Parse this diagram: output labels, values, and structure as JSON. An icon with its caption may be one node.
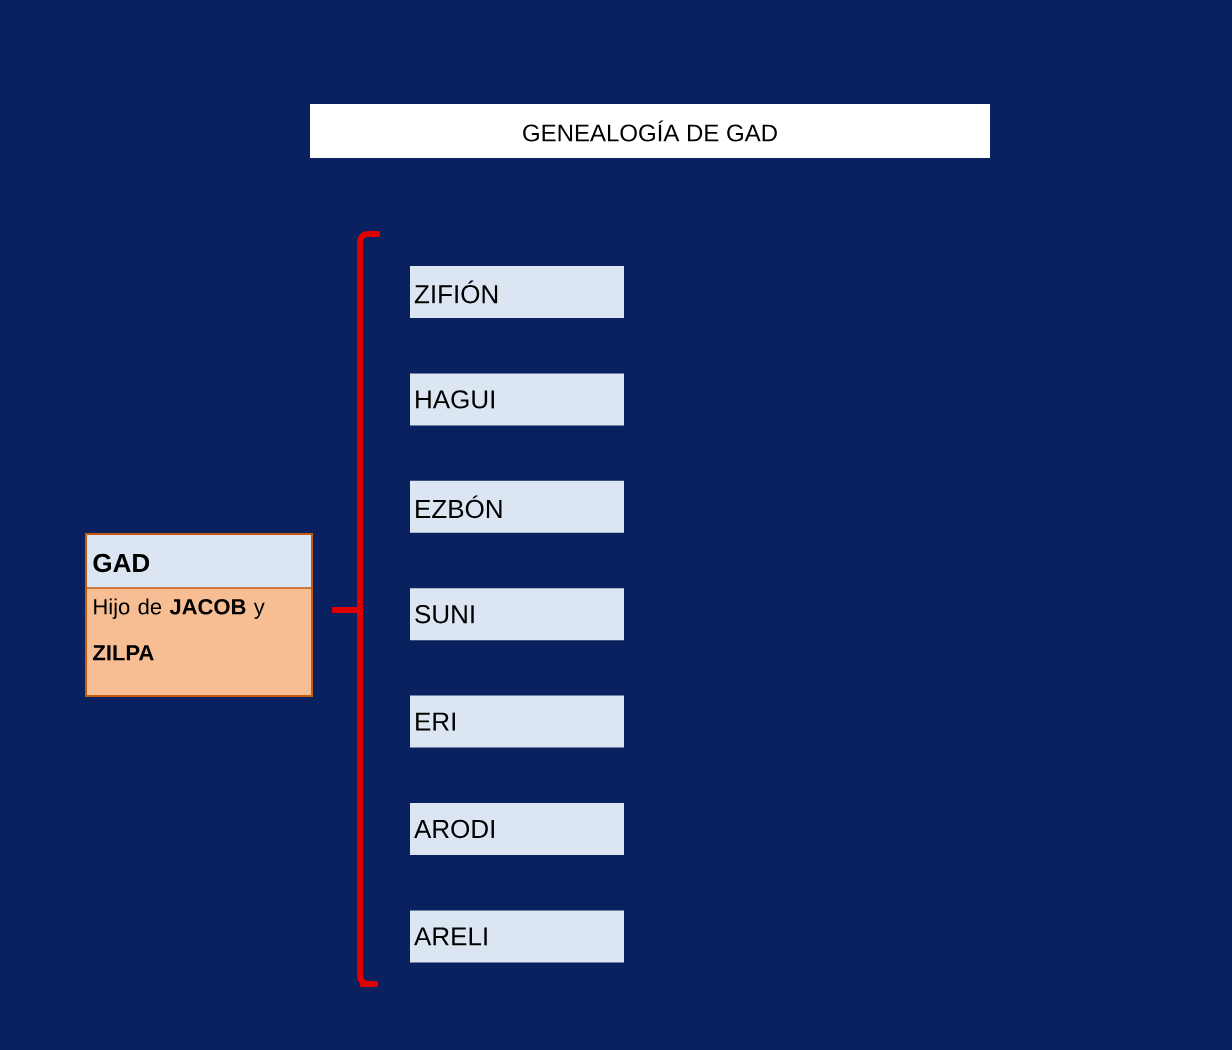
{
  "diagram": {
    "title": "GENEALOGÍA DE GAD",
    "nodes": [
      {
        "text": [
          "GAD",
          "Hijo de **JACOB** y **ZILPA**"
        ]
      },
      {
        "text": [
          "ZIFIÓN"
        ]
      },
      {
        "text": [
          "HAGUI"
        ]
      },
      {
        "text": [
          "EZBÓN"
        ]
      },
      {
        "text": [
          "SUNI"
        ]
      },
      {
        "text": [
          "ERI"
        ]
      },
      {
        "text": [
          "ARODI"
        ]
      },
      {
        "text": [
          "ARELI"
        ]
      }
    ]
  }
}
